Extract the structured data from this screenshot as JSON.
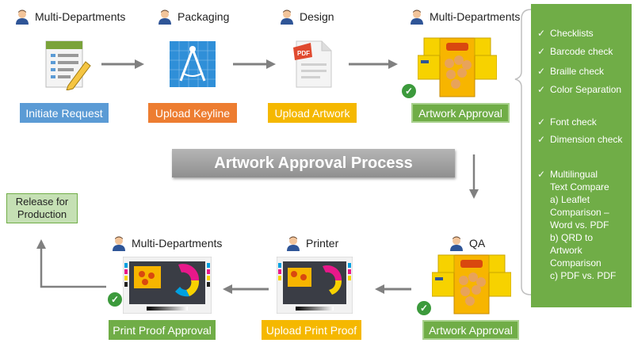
{
  "title": "Artwork Approval Process",
  "top_row": [
    {
      "dept": "Multi-Departments",
      "step": "Initiate Request",
      "color": "#5b9bd5"
    },
    {
      "dept": "Packaging",
      "step": "Upload Keyline",
      "color": "#ed7d31"
    },
    {
      "dept": "Design",
      "step": "Upload Artwork",
      "color": "#f5b800"
    },
    {
      "dept": "Multi-Departments",
      "step": "Artwork Approval",
      "color": "#70ad47"
    }
  ],
  "bottom_row": [
    {
      "dept": "Multi-Departments",
      "step": "Print Proof Approval",
      "color": "#70ad47"
    },
    {
      "dept": "Printer",
      "step": "Upload Print Proof",
      "color": "#f5b800"
    },
    {
      "dept": "QA",
      "step": "Artwork Approval",
      "color": "#70ad47"
    }
  ],
  "release": {
    "line1": "Release for",
    "line2": "Production"
  },
  "checklist": {
    "items": [
      "Checklists",
      "Barcode check",
      "Braille check",
      "Color Separation",
      "Font check",
      "Dimension check"
    ],
    "multilingual": [
      "Multilingual",
      "Text Compare",
      "a) Leaflet",
      "Comparison –",
      "Word vs. PDF",
      "b) QRD to",
      "Artwork",
      "Comparison",
      "c) PDF vs. PDF"
    ]
  },
  "icons": {
    "checkmark": "✓"
  }
}
